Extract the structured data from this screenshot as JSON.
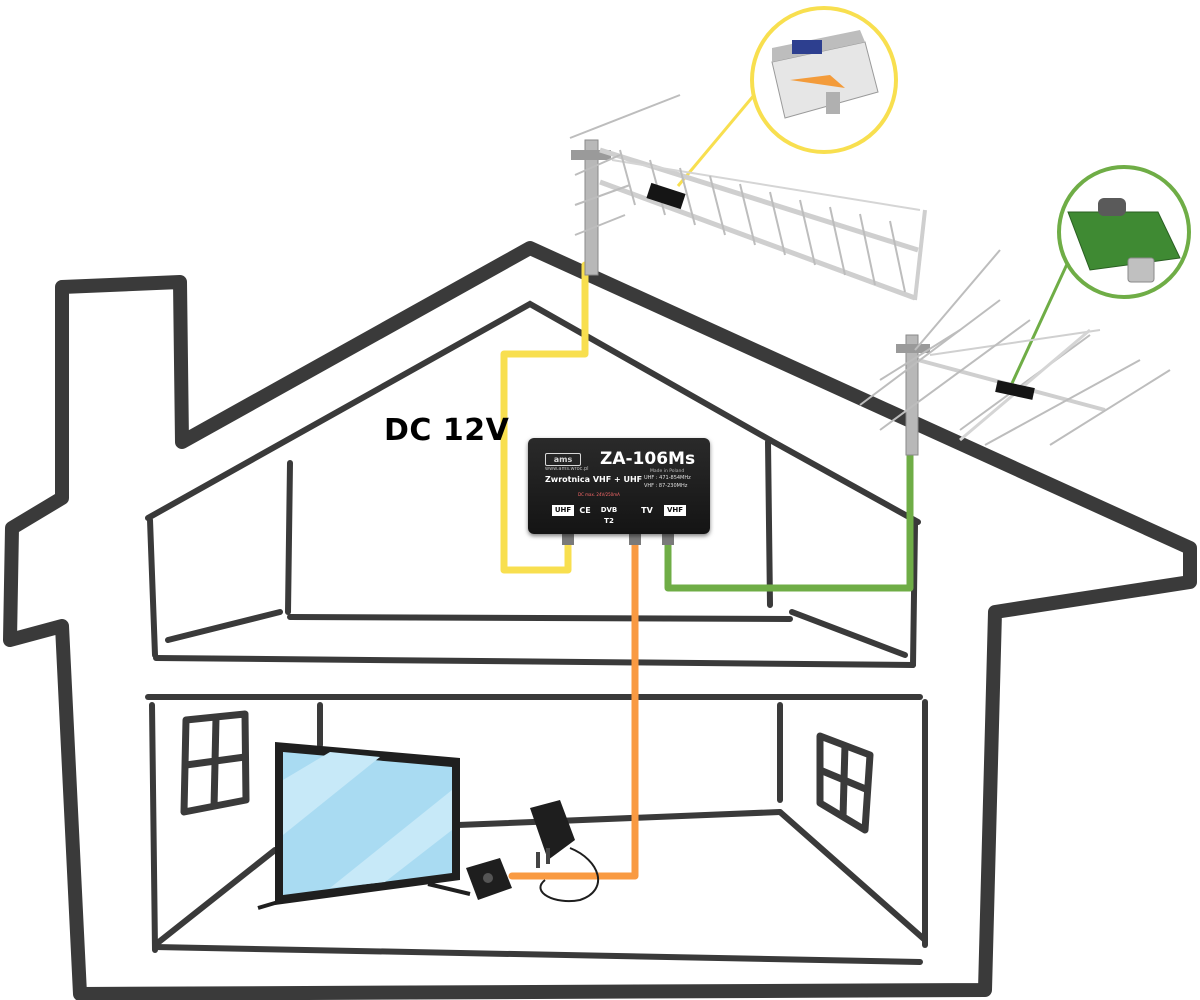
{
  "power_label": "DC 12V",
  "diplexer": {
    "brand": "ams",
    "website": "www.ams.wroc.pl",
    "model": "ZA-106Ms",
    "made_in": "Made in Poland",
    "subtitle": "Zwrotnica VHF + UHF",
    "band_uhf": "UHF : 471-854MHz",
    "band_vhf": "VHF : 87-230MHz",
    "dc_max": "DC max. 24V/250mA",
    "port_uhf": "UHF",
    "ce_mark": "CE",
    "dvb_mark": "DVB T2",
    "port_tv": "TV",
    "port_vhf": "VHF"
  },
  "colors": {
    "uhf_cable": "#f8df4f",
    "vhf_cable": "#6fad46",
    "tv_cable": "#f99a42",
    "house_outline": "#3a3a3a",
    "tv_screen": "#a9dbf2"
  },
  "icons": [
    "uhf-antenna-icon",
    "vhf-antenna-icon",
    "uhf-amplifier-icon",
    "vhf-amplifier-board-icon",
    "power-supply-icon",
    "power-injector-icon",
    "television-icon"
  ]
}
